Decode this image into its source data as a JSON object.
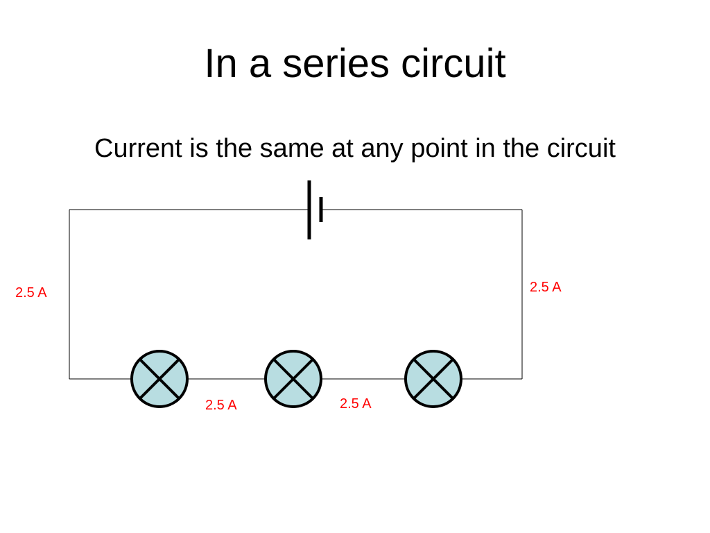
{
  "slide": {
    "title": "In a series circuit",
    "subtitle": "Current is the same at any point in the circuit"
  },
  "circuit": {
    "components": [
      "cell",
      "lamp",
      "lamp",
      "lamp"
    ],
    "readings": {
      "left_wire": "2.5 A",
      "right_wire": "2.5 A",
      "between_lamp_1_and_2": "2.5 A",
      "between_lamp_2_and_3": "2.5 A"
    }
  },
  "colors": {
    "background": "#ffffff",
    "text": "#000000",
    "reading": "#ff0000",
    "wire": "#000000",
    "lamp_fill": "#b8dde1"
  }
}
